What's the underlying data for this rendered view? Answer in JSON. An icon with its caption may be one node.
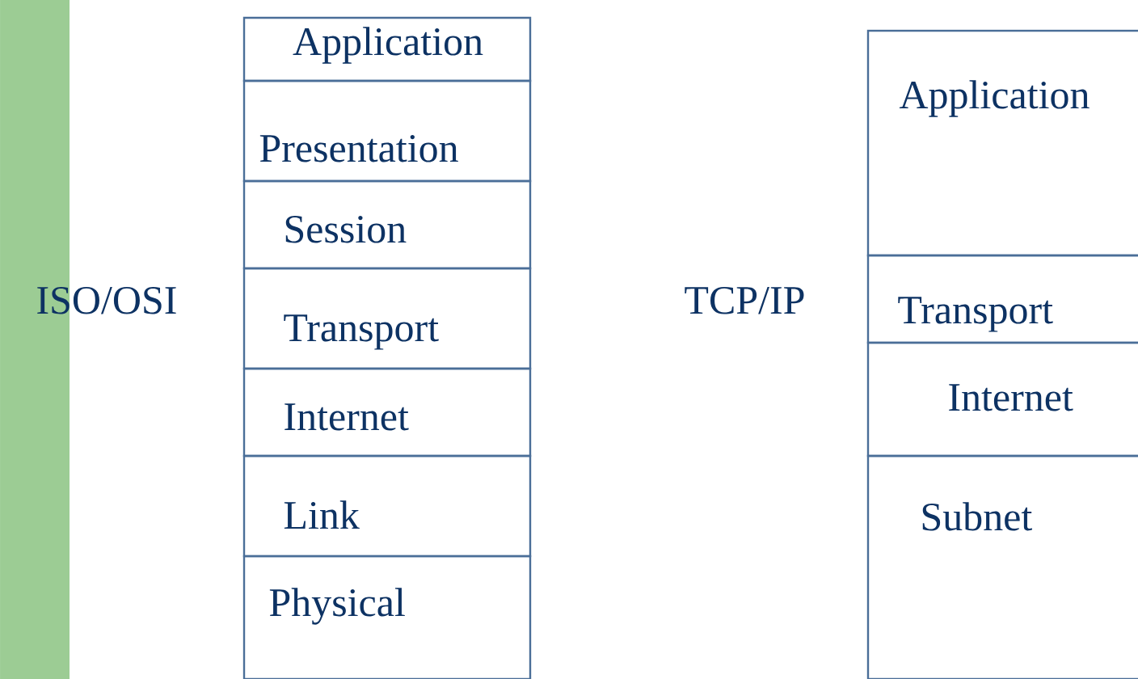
{
  "diagram": {
    "nodes": [
      {
        "text": [],
        "shape": "bar"
      },
      {
        "text": [
          "Application"
        ]
      },
      {
        "text": [
          "Presentation"
        ]
      },
      {
        "text": [
          "Session"
        ]
      },
      {
        "text": [
          "Transport"
        ]
      },
      {
        "text": [
          "Internet"
        ]
      },
      {
        "text": [
          "Link"
        ]
      },
      {
        "text": [
          "Physical"
        ]
      },
      {
        "text": [
          "Application"
        ]
      },
      {
        "text": [
          "Transport"
        ]
      },
      {
        "text": [
          "Internet"
        ]
      },
      {
        "text": [
          "Subnet"
        ]
      }
    ],
    "labels": [
      "ISO/OSI",
      "TCP/IP"
    ]
  }
}
